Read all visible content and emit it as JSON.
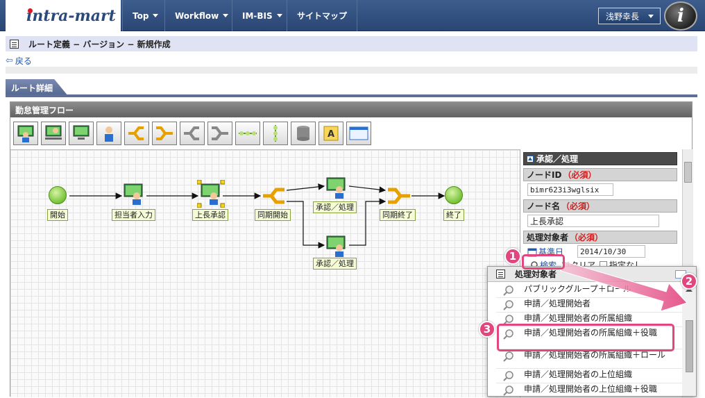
{
  "app": {
    "logo_text": "intra-mart",
    "nav": [
      {
        "label": "Top"
      },
      {
        "label": "Workflow"
      },
      {
        "label": "IM-BIS"
      },
      {
        "label": "サイトマップ"
      }
    ],
    "user_name": "浅野幸長"
  },
  "page": {
    "title": "ルート定義 − バージョン − 新規作成",
    "back_label": "戻る",
    "tab_label": "ルート詳細"
  },
  "flow": {
    "panel_title": "勤怠管理フロー",
    "toolbar_icons": [
      "user-node-icon",
      "multi-user-node-icon",
      "monitor-node-icon",
      "person-node-icon",
      "split-icon",
      "join-icon",
      "branch-split-icon",
      "branch-join-icon",
      "horizontal-line-icon",
      "vertical-line-icon",
      "database-icon",
      "text-icon",
      "window-icon"
    ],
    "nodes": {
      "start": "開始",
      "applicant": "担当者入力",
      "manager": "上長承認",
      "sync_start": "同期開始",
      "approve1": "承認／処理",
      "approve2": "承認／処理",
      "sync_end": "同期終了",
      "end": "終了"
    }
  },
  "props": {
    "section_title": "承認／処理",
    "node_id_label": "ノードID",
    "required_mark": "（必須）",
    "node_id_value": "bimr623i3wglsix",
    "node_name_label": "ノード名",
    "node_name_value": "上長承認",
    "target_label": "処理対象者",
    "base_date_label": "基準日",
    "base_date_value": "2014/10/30",
    "search_label": "検索",
    "clear_label": "クリア",
    "unspecified_label": "指定なし"
  },
  "popup": {
    "title": "処理対象者",
    "items": [
      "パブリックグループ＋ロール",
      "申請／処理開始者",
      "申請／処理開始者の所属組織",
      "申請／処理開始者の所属組織＋役職",
      "申請／処理開始者の所属組織＋ロール",
      "申請／処理開始者の上位組織",
      "申請／処理開始者の上位組織＋役職"
    ]
  },
  "annotations": {
    "badge1": "1",
    "badge2": "2",
    "badge3": "3"
  },
  "colors": {
    "highlight": "#e2467f",
    "nav_bg": "#2a4673",
    "node_label_bg": "#f6fbd7"
  }
}
